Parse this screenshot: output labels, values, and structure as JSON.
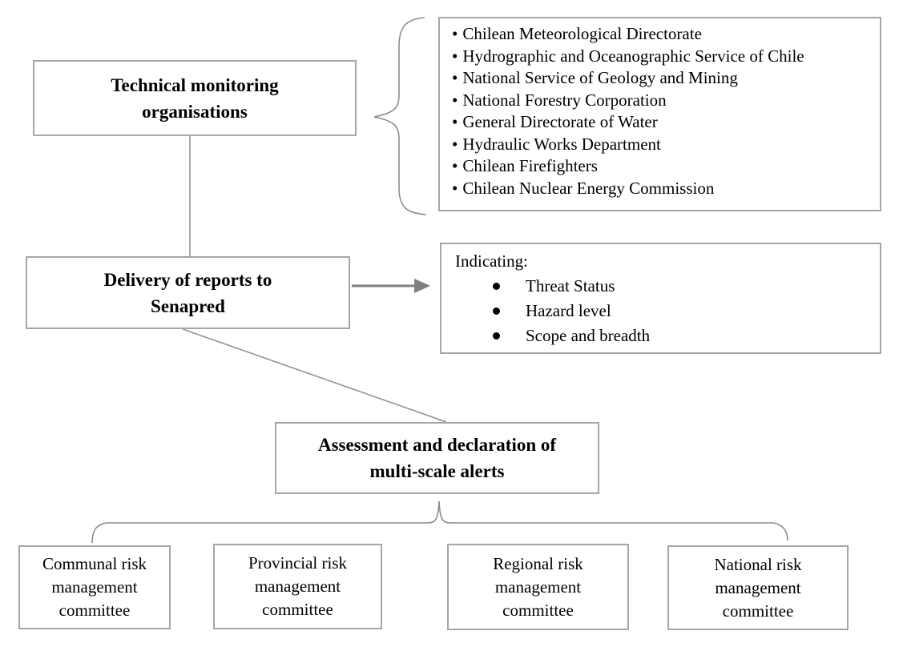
{
  "diagram": {
    "technical_monitoring": {
      "label_lines": [
        "Technical monitoring",
        "organisations"
      ]
    },
    "monitoring_organisations": {
      "items": [
        "Chilean Meteorological Directorate",
        "Hydrographic and Oceanographic Service of Chile",
        "National Service of Geology and Mining",
        "National Forestry Corporation",
        "General Directorate of Water",
        "Hydraulic Works Department",
        "Chilean Firefighters",
        "Chilean Nuclear Energy Commission"
      ]
    },
    "delivery": {
      "label_lines": [
        "Delivery of reports to",
        "Senapred"
      ]
    },
    "indicating": {
      "title": "Indicating:",
      "items": [
        "Threat Status",
        "Hazard level",
        "Scope and breadth"
      ]
    },
    "assessment": {
      "label_lines": [
        "Assessment and declaration of",
        "multi-scale alerts"
      ]
    },
    "committees": [
      {
        "label_lines": [
          "Communal risk",
          "management",
          "committee"
        ]
      },
      {
        "label_lines": [
          "Provincial risk",
          "management",
          "committee"
        ]
      },
      {
        "label_lines": [
          "Regional risk",
          "management",
          "committee"
        ]
      },
      {
        "label_lines": [
          "National risk",
          "management",
          "committee"
        ]
      }
    ],
    "colors": {
      "box_border": "#a6a6a6",
      "connector": "#8f8f8f",
      "brace": "#8c8c8c",
      "arrow": "#7f7f7f",
      "text": "#000000",
      "background": "#ffffff"
    }
  }
}
